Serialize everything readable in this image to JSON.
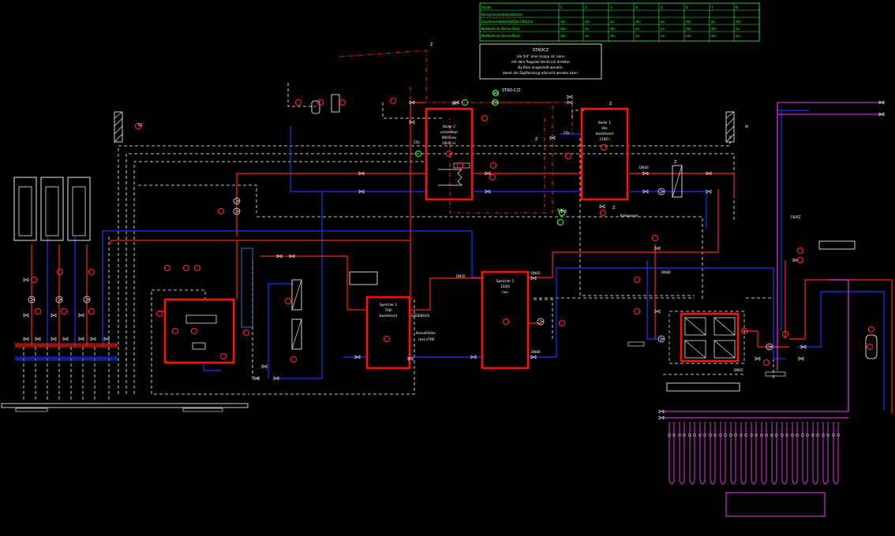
{
  "table": {
    "header": [
      "Stufe",
      "1",
      "2",
      "3",
      "4",
      "5",
      "6",
      "7",
      "8"
    ],
    "rows": [
      [
        "Kompressorbetriebsart",
        "",
        "",
        "",
        "",
        "",
        "",
        "",
        ""
      ],
      [
        "Gaskesselbetrieb/Dachfläche",
        "din",
        "din",
        "zu",
        "din",
        "zu",
        "din",
        "zu",
        "din"
      ],
      [
        "Notbetrieb Boiler/Bad",
        "din",
        "zu",
        "din",
        "zu",
        "zu",
        "din",
        "din",
        "zu"
      ],
      [
        "Notbetrieb Boiler/Bad",
        "din",
        "zu",
        "din",
        "zu",
        "zu",
        "din",
        "din",
        "zu"
      ]
    ]
  },
  "note": {
    "title": "STADCZ",
    "lines": [
      "(da 5/4\" eher knapp ist, kann",
      "mit dem Regulier-Ventil ein direkter",
      "By-Pass eingestellt werden,",
      "damit die Zapfleistung erbracht werden kann."
    ]
  },
  "labels": {
    "stadcz": "STAD-C/Z",
    "z_top": "Z",
    "z1": "Z",
    "z2": "Z",
    "z3": "Z",
    "z4": "Z",
    "dn_54": "5/4\"",
    "dn_54b": "5/4\"",
    "dn_25k": "25k",
    "dn_25k_b": "25k",
    "dn_dn40": "DN40",
    "dn_dn50": "DN50",
    "dn_dn65": "DN65",
    "dn_dn80": "DN80",
    "dn_dn80b": "DN80",
    "dn_dn65b": "DN65",
    "kaltwasser": "Kaltwasser",
    "gasenaus": "GASENAUS",
    "kesselfuhler": "Kesselfühler",
    "kesselfuhler2": "(ext.)/TKK",
    "fb": "FB/RZ",
    "w": "W",
    "sz": "SZ"
  },
  "boiler2": {
    "lines": [
      "Boiler 2",
      "umstellbar",
      "800l neu",
      "10kW el."
    ]
  },
  "boiler1": {
    "lines": [
      "Boiler 1",
      "Vile",
      "bestehend",
      "2100 l"
    ]
  },
  "speicher1": {
    "lines": [
      "Speicher 1",
      "700l",
      "bestehend"
    ]
  },
  "speicher2": {
    "lines": [
      "Speicher 2",
      "1500l",
      "neu"
    ]
  },
  "colors": {
    "supply": "#ff2020",
    "return": "#2233ff",
    "control": "#ffffff",
    "floor": "#ff33ff",
    "tag_green": "#20ff20",
    "table": "#33ff33"
  }
}
